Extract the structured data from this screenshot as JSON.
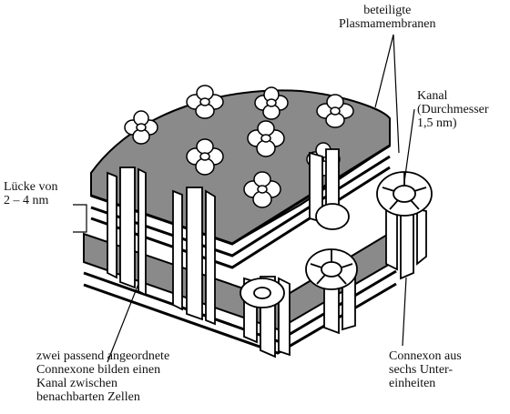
{
  "labels": {
    "membranes": "beteiligte\nPlasmamembranen",
    "channel": "Kanal\n(Durchmesser\n1,5 nm)",
    "gap": "Lücke von\n2 – 4 nm",
    "pair": "zwei passend angeordnete\nConnexone bilden einen\nKanal zwischen\nbenachbarten Zellen",
    "connexon": "Connexon aus\nsechs Unter-\neinheiten"
  },
  "colors": {
    "membrane": "#8a8a8a",
    "outline": "#000000",
    "protein": "#ffffff"
  },
  "icons": {
    "membrane-slab": "grey-wedge",
    "connexon": "flower-cluster",
    "subunit-ring": "hexamer-ring",
    "channel-tube": "column"
  }
}
